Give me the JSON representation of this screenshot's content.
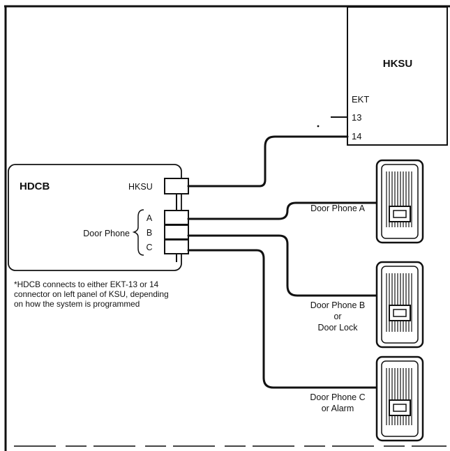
{
  "hksu": {
    "title": "HKSU",
    "ekt_label": "EKT",
    "port_13": "13",
    "port_14": "14"
  },
  "hdcb": {
    "title": "HDCB",
    "hksu_port_label": "HKSU",
    "door_phone_label": "Door Phone",
    "port_a": "A",
    "port_b": "B",
    "port_c": "C"
  },
  "devices": [
    {
      "line1": "Door Phone A",
      "line2": "",
      "line3": ""
    },
    {
      "line1": "Door Phone B",
      "line2": "or",
      "line3": "Door Lock"
    },
    {
      "line1": "Door Phone C",
      "line2": "or Alarm",
      "line3": ""
    }
  ],
  "note": {
    "line1": "*HDCB connects to either EKT-13 or 14",
    "line2": "connector on left panel of KSU, depending",
    "line3": "on how the system is programmed"
  }
}
